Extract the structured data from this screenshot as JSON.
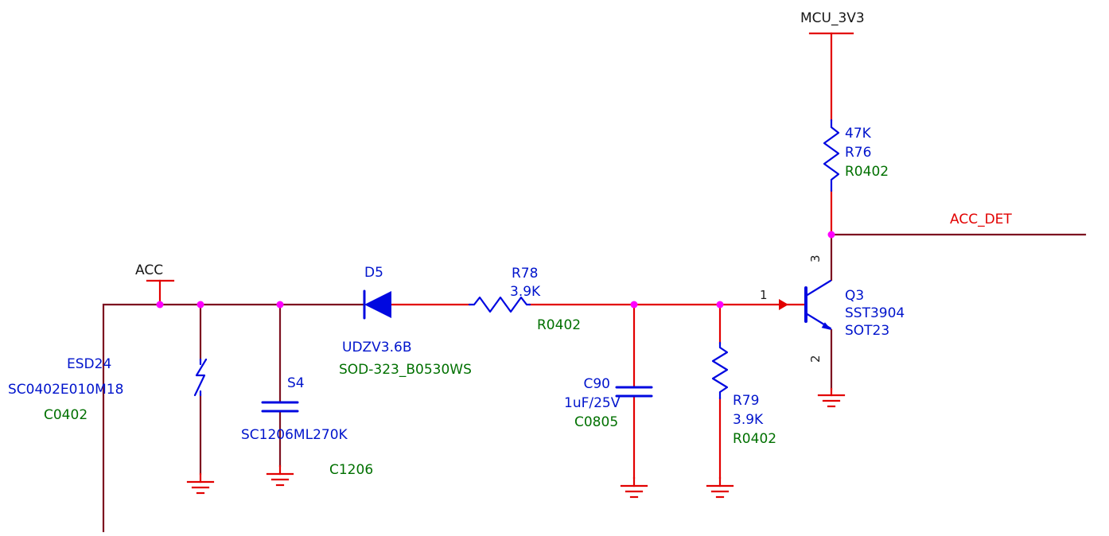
{
  "nets": {
    "mcu_3v3": {
      "label": "MCU_3V3"
    },
    "acc": {
      "label": "ACC"
    },
    "acc_det": {
      "label": "ACC_DET"
    }
  },
  "components": {
    "r76": {
      "value": "47K",
      "ref": "R76",
      "footprint": "R0402"
    },
    "q3": {
      "ref": "Q3",
      "part": "SST3904",
      "footprint": "SOT23",
      "pins": {
        "base": "1",
        "emitter": "2",
        "collector": "3"
      }
    },
    "esd24": {
      "ref": "ESD24",
      "part": "SC0402E010M18",
      "footprint": "C0402"
    },
    "s4": {
      "ref": "S4",
      "part": "SC1206ML270K",
      "footprint": "C1206"
    },
    "d5": {
      "ref": "D5",
      "part": "UDZV3.6B",
      "footprint": "SOD-323_B0530WS"
    },
    "r78": {
      "ref": "R78",
      "value": "3.9K",
      "footprint": "R0402"
    },
    "c90": {
      "ref": "C90",
      "value": "1uF/25V",
      "footprint": "C0805"
    },
    "r79": {
      "ref": "R79",
      "value": "3.9K",
      "footprint": "R0402"
    }
  },
  "colors": {
    "wire_maroon": "#7d1120",
    "wire_red": "#e20000",
    "symbol_blue": "#0008e0",
    "label_blue": "#0014cc",
    "footprint_green": "#007000",
    "net_label_red": "#e20000",
    "junction_magenta": "#ff00ff",
    "background": "#ffffff"
  }
}
